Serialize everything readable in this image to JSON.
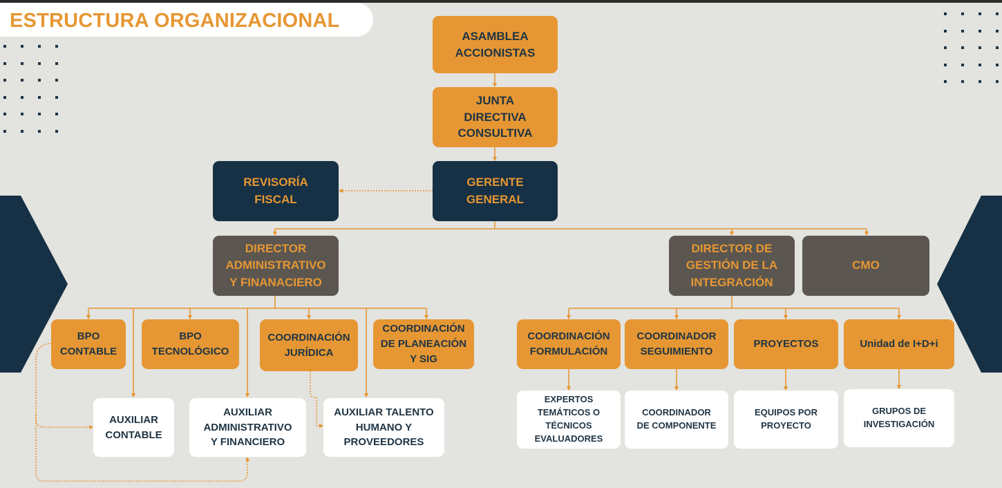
{
  "header": {
    "title": "ESTRUCTURA ORGANIZACIONAL"
  },
  "colors": {
    "accent": "#e69733",
    "navy": "#163045",
    "gray": "#5b5650",
    "background": "#e3e3df",
    "white": "#ffffff"
  },
  "nodes": {
    "asamblea": "ASAMBLEA\nACCIONISTAS",
    "junta": "JUNTA\nDIRECTIVA\nCONSULTIVA",
    "gerente": "GERENTE\nGENERAL",
    "revisoria": "REVISORÍA\nFISCAL",
    "dir_admin": "DIRECTOR\nADMINISTRATIVO\nY FINANACIERO",
    "dir_gestion": "DIRECTOR DE\nGESTIÓN DE LA\nINTEGRACIÓN",
    "cmo": "CMO",
    "bpo_contable": "BPO\nCONTABLE",
    "bpo_tecnologico": "BPO\nTECNOLÓGICO",
    "coord_juridica": "COORDINACIÓN\nJURÍDICA",
    "coord_planeacion": "COORDINACIÓN\nDE PLANEACIÓN\nY SIG",
    "aux_contable": "AUXILIAR\nCONTABLE",
    "aux_admin": "AUXILIAR\nADMINISTRATIVO\nY FINANCIERO",
    "aux_talento": "AUXILIAR TALENTO\nHUMANO Y\nPROVEEDORES",
    "coord_formulacion": "COORDINACIÓN\nFORMULACIÓN",
    "coord_seguimiento": "COORDINADOR\nSEGUIMIENTO",
    "proyectos": "PROYECTOS",
    "unidad_idi": "Unidad de I+D+i",
    "expertos": "EXPERTOS\nTEMÁTICOS O\nTÉCNICOS\nEVALUADORES",
    "coord_componente": "COORDINADOR\nDE COMPONENTE",
    "equipos": "EQUIPOS POR\nPROYECTO",
    "grupos": "GRUPOS DE\nINVESTIGACIÓN"
  }
}
